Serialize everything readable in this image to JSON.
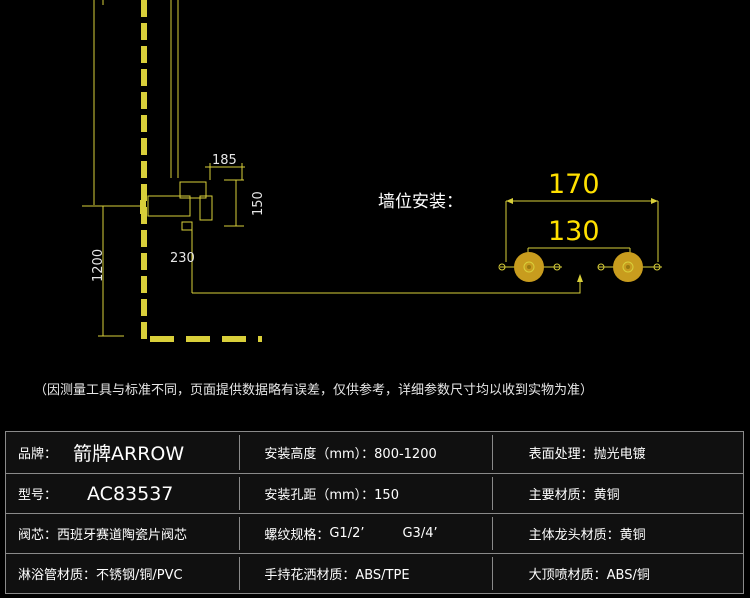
{
  "diagram": {
    "dim_top_right": "185",
    "dim_vertical": "150",
    "dim_spout": "230",
    "dim_height": "1200",
    "wall_label": "墙位安装：",
    "dim_outer": "170",
    "dim_inner": "130"
  },
  "disclaimer": "（因测量工具与标准不同，页面提供数据略有误差，仅供参考，详细参数尺寸均以收到实物为准）",
  "spec": {
    "brand_label": "品牌：",
    "brand_value": "箭牌ARROW",
    "install_height": "安装高度（mm）：800-1200",
    "surface": "表面处理：抛光电镀",
    "model_label": "型号：",
    "model_value": "AC83537",
    "hole_distance": "安装孔距（mm）：150",
    "main_material": "主要材质：黄铜",
    "valve": "阀芯：西班牙赛道陶瓷片阀芯",
    "thread_label": "螺纹规格：",
    "thread_a": "G1/2’",
    "thread_b": "G3/4’",
    "faucet_material": "主体龙头材质：黄铜",
    "pipe_material": "淋浴管材质：不锈钢/铜/PVC",
    "handshower_material": "手持花洒材质：ABS/TPE",
    "top_spray_material": "大顶喷材质：ABS/铜"
  },
  "colors": {
    "line": "#d9cf3a",
    "knob": "#caa020",
    "knob_dark": "#9a7a10",
    "border": "#8a8a8a"
  }
}
